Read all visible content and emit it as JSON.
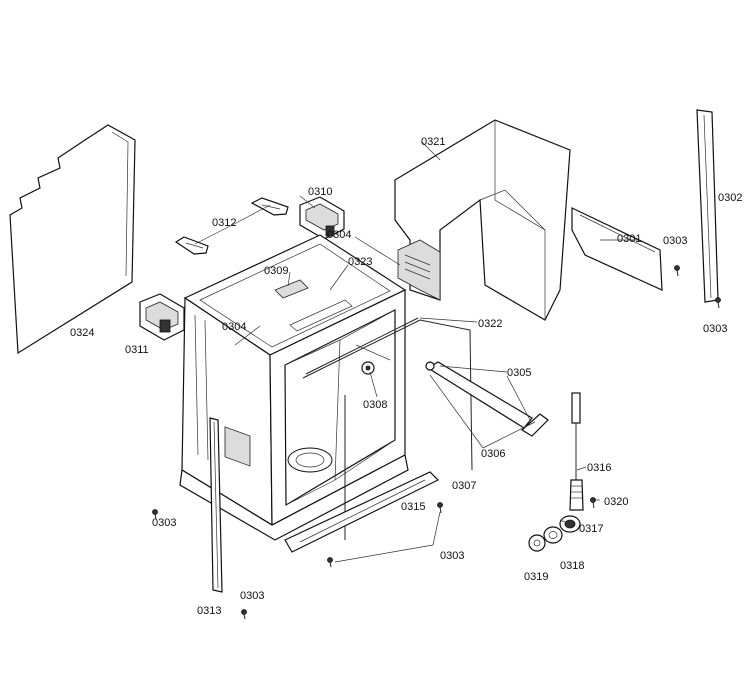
{
  "diagram": {
    "labels": {
      "p0302": "0302",
      "p0321": "0321",
      "p0310": "0310",
      "p0312": "0312",
      "p0304a": "0304",
      "p0301": "0301",
      "p0303a": "0303",
      "p0309": "0309",
      "p0323": "0323",
      "p0303b": "0303",
      "p0324": "0324",
      "p0311": "0311",
      "p0304b": "0304",
      "p0322": "0322",
      "p0305": "0305",
      "p0308": "0308",
      "p0306": "0306",
      "p0316": "0316",
      "p0307": "0307",
      "p0315": "0315",
      "p0320": "0320",
      "p0303c": "0303",
      "p0317": "0317",
      "p0303d": "0303",
      "p0319": "0319",
      "p0318": "0318",
      "p0303e": "0303",
      "p0313": "0313"
    }
  }
}
